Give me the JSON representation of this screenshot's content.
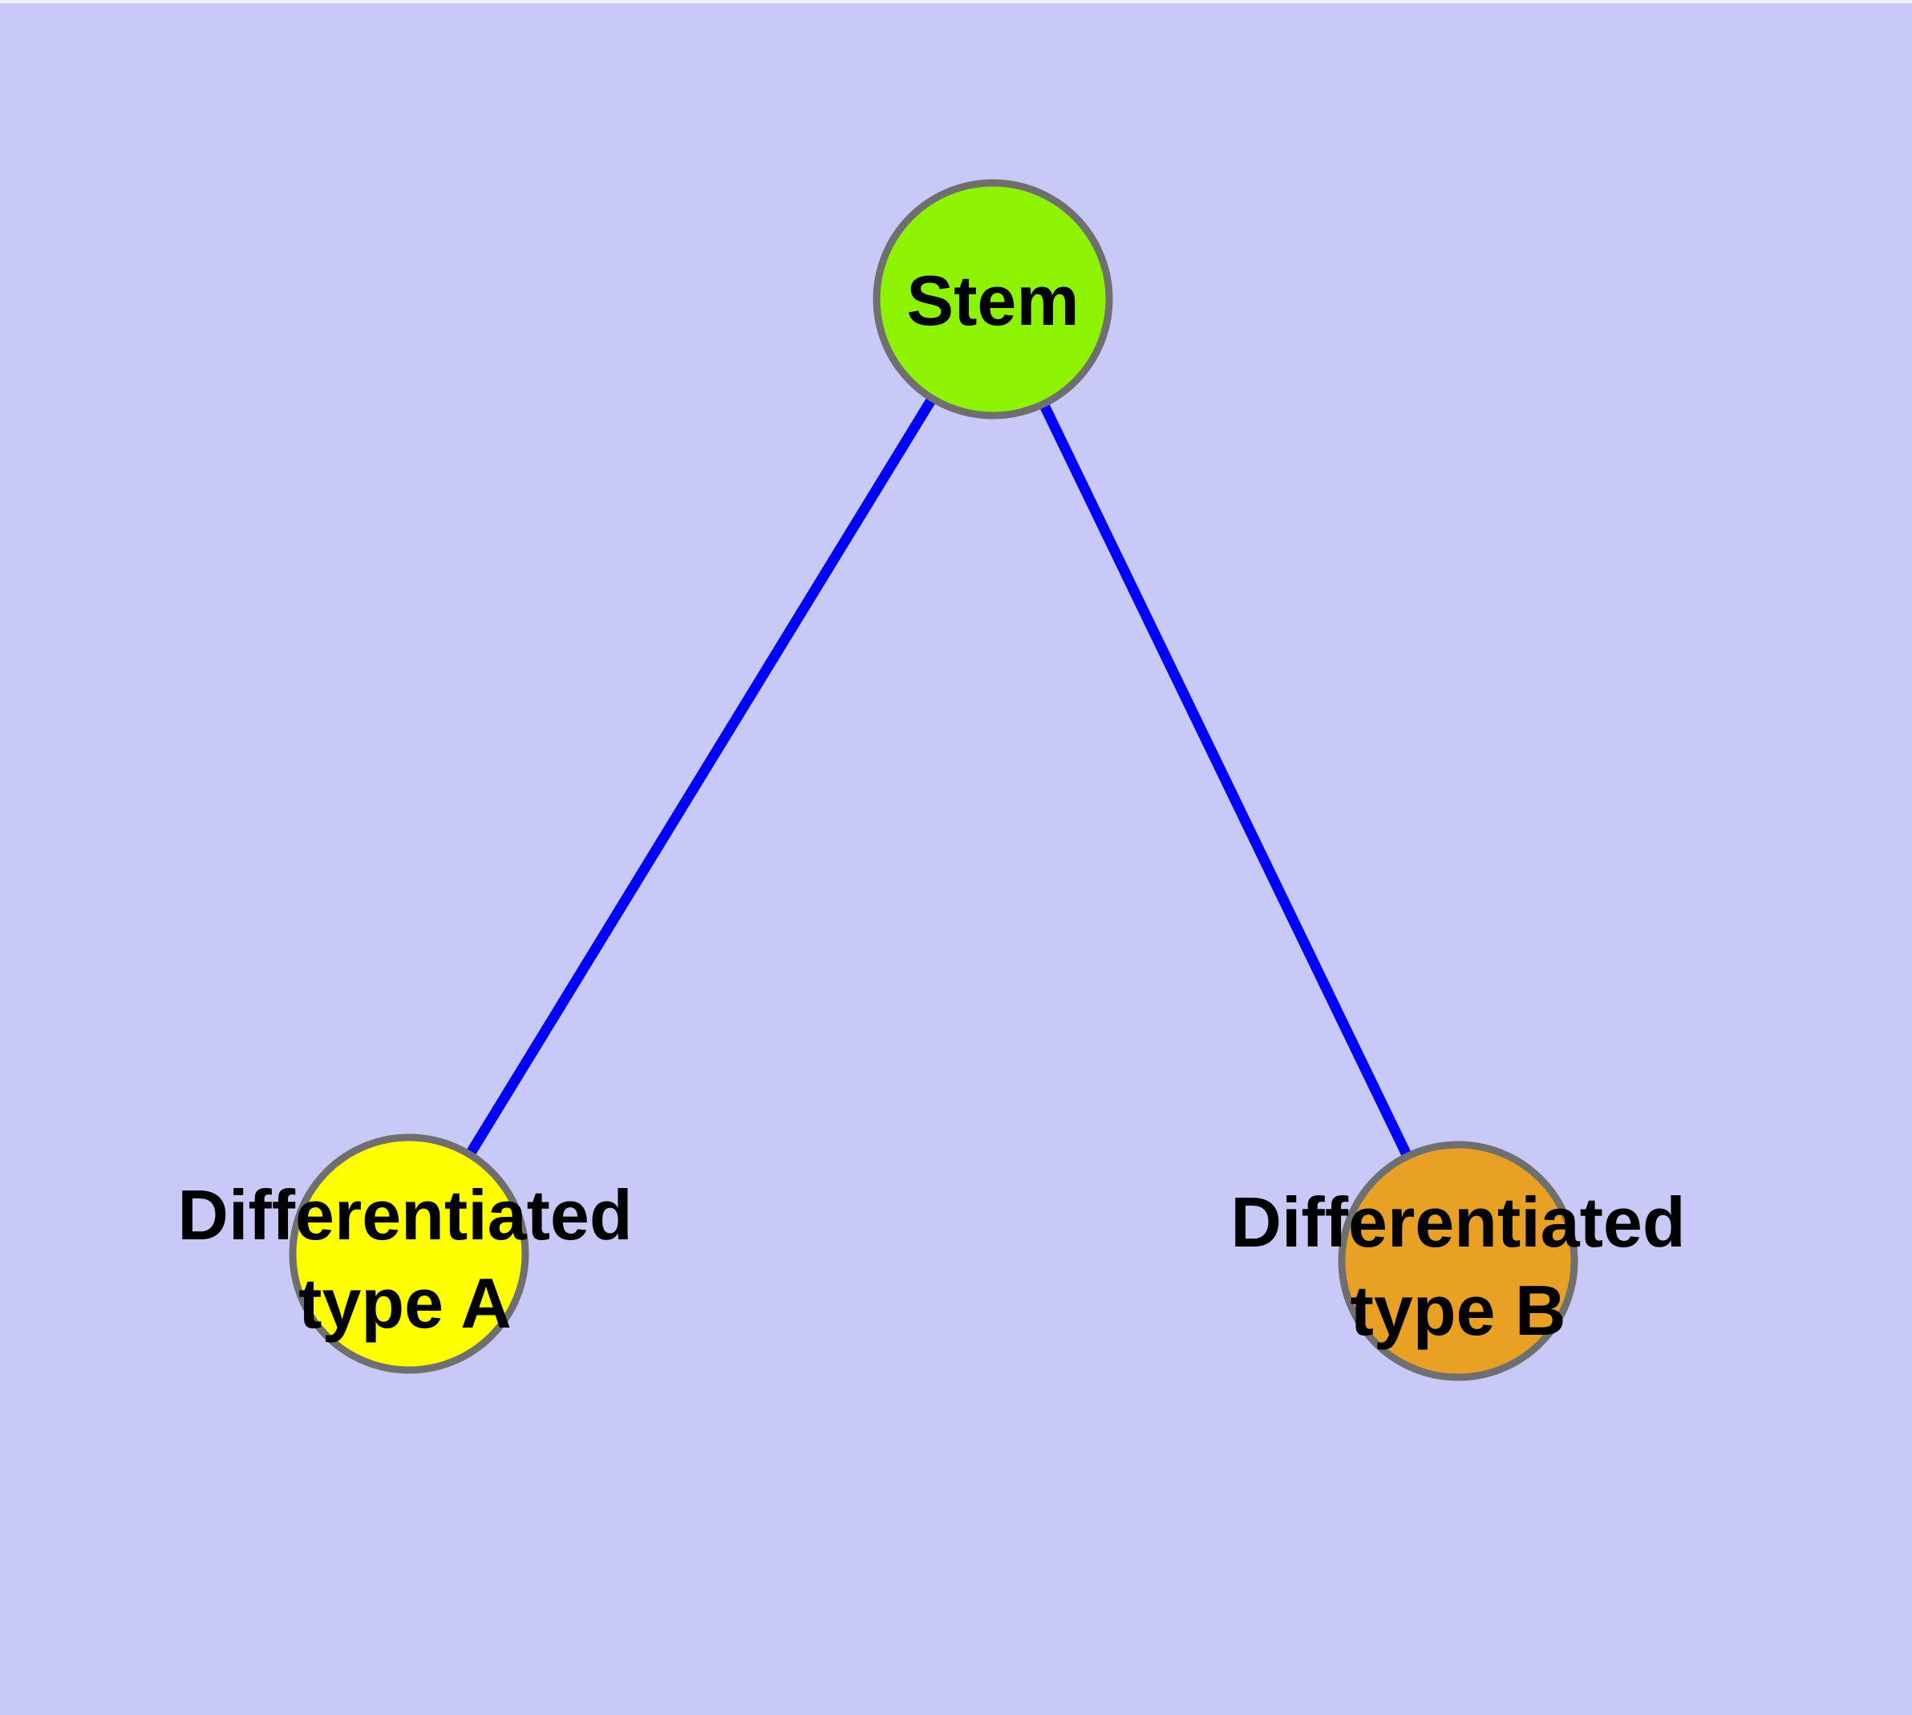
{
  "diagram": {
    "type": "node-link-graph",
    "description": "Stem cell differentiation tree diagram"
  },
  "canvas": {
    "background_color": "#C9C9F8",
    "top_edge_strip_color": "#EFEFFB"
  },
  "colors": {
    "edge": "#0000FF",
    "node_border": "#6F6F6F",
    "label_text": "#000000"
  },
  "nodes": {
    "stem": {
      "label": "Stem",
      "fill": "#8DF300"
    },
    "type_a": {
      "label_line1": "Differentiated",
      "label_line2": "type A",
      "fill": "#FFFF00"
    },
    "type_b": {
      "label_line1": "Differentiated",
      "label_line2": "type B",
      "fill": "#E8A125"
    }
  },
  "edges": [
    {
      "from": "Stem",
      "to": "Differentiated type A"
    },
    {
      "from": "Stem",
      "to": "Differentiated type B"
    }
  ]
}
